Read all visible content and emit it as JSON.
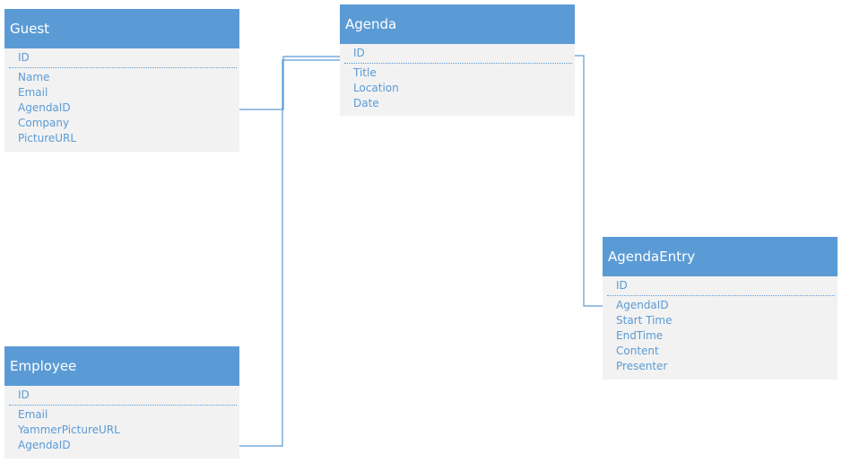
{
  "entities": {
    "guest": {
      "title": "Guest",
      "pk": "ID",
      "fields": [
        "Name",
        "Email",
        "AgendaID",
        "Company",
        "PictureURL"
      ]
    },
    "agenda": {
      "title": "Agenda",
      "pk": "ID",
      "fields": [
        "Title",
        "Location",
        "Date"
      ]
    },
    "agendaentry": {
      "title": "AgendaEntry",
      "pk": "ID",
      "fields": [
        "AgendaID",
        "Start Time",
        "EndTime",
        "Content",
        "Presenter"
      ]
    },
    "employee": {
      "title": "Employee",
      "pk": "ID",
      "fields": [
        "Email",
        "YammerPictureURL",
        "AgendaID"
      ]
    }
  },
  "colors": {
    "header": "#5b9bd5",
    "body": "#f2f2f2",
    "text": "#5b9bd5",
    "connector": "#5b9bd5"
  }
}
